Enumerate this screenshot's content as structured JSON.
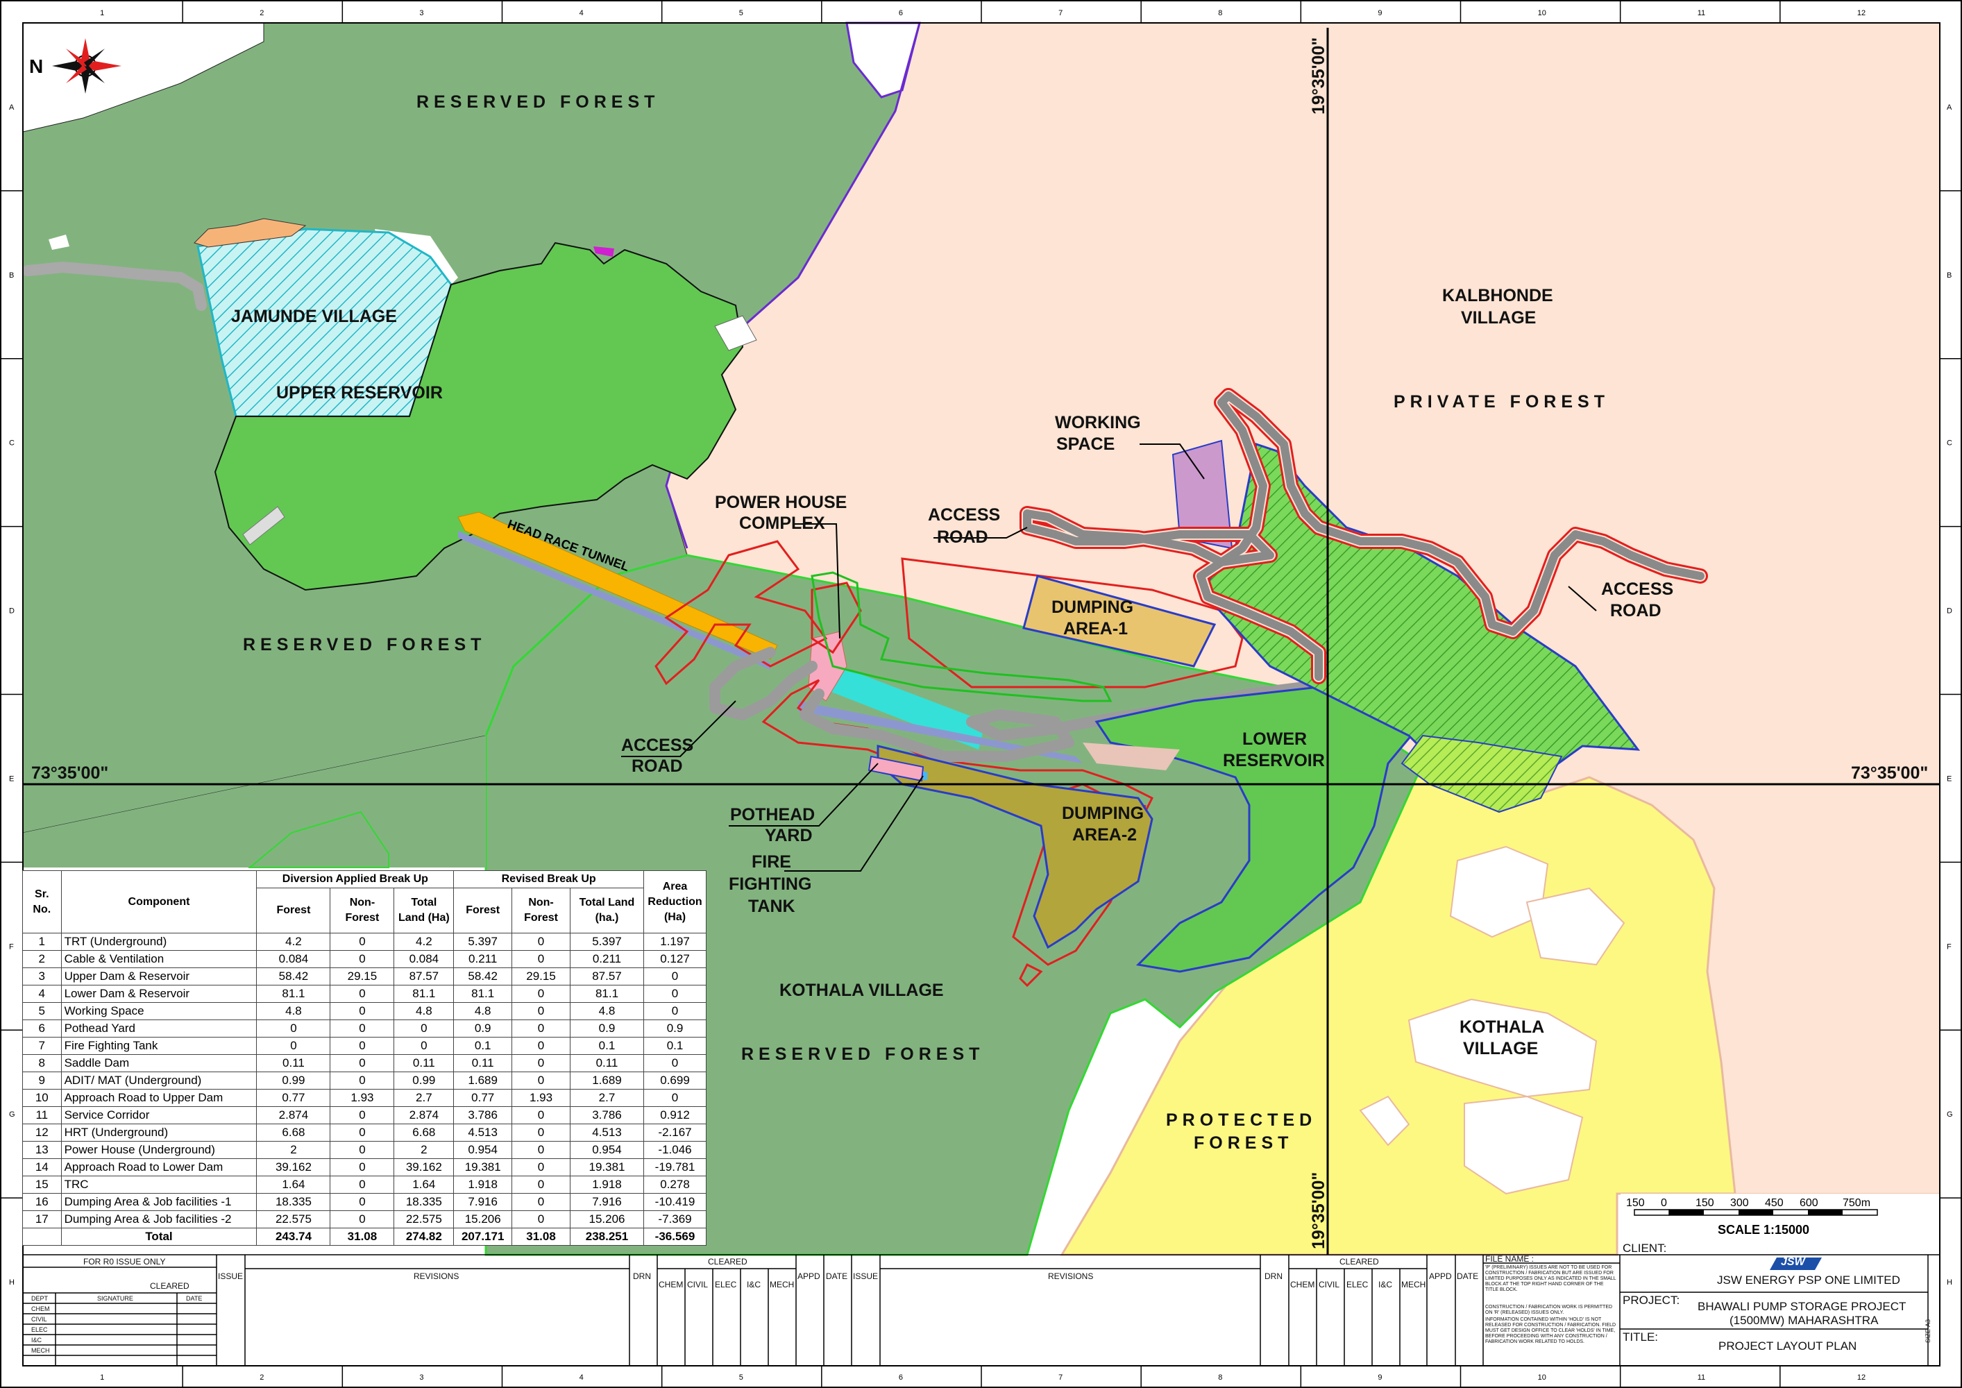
{
  "frame": {
    "cols": [
      "1",
      "2",
      "3",
      "4",
      "5",
      "6",
      "7",
      "8",
      "9",
      "10",
      "11",
      "12"
    ],
    "rows": [
      "A",
      "B",
      "C",
      "D",
      "E",
      "F",
      "G",
      "H"
    ]
  },
  "north": "N",
  "labels": {
    "reserved_forest_top": "RESERVED FOREST",
    "reserved_forest_left": "RESERVED FOREST",
    "reserved_forest_bottom": "RESERVED FOREST",
    "jamunde_village": "JAMUNDE VILLAGE",
    "upper_reservoir": "UPPER RESERVOIR",
    "head_race_tunnel": "HEAD RACE TUNNEL",
    "power_house_1": "POWER HOUSE",
    "power_house_2": "COMPLEX",
    "access_road_a1": "ACCESS",
    "access_road_a2": "ROAD",
    "access_road_b1": "ACCESS",
    "access_road_b2": "ROAD",
    "access_road_c1": "ACCESS",
    "access_road_c2": "ROAD",
    "working_space_1": "WORKING",
    "working_space_2": "SPACE",
    "dumping1_1": "DUMPING",
    "dumping1_2": "AREA-1",
    "dumping2_1": "DUMPING",
    "dumping2_2": "AREA-2",
    "lower_reservoir_1": "LOWER",
    "lower_reservoir_2": "RESERVOIR",
    "pothead_1": "POTHEAD",
    "pothead_2": "YARD",
    "fire_1": "FIRE",
    "fire_2": "FIGHTING",
    "fire_3": "TANK",
    "kothala_village_mid": "KOTHALA VILLAGE",
    "kothala_village_r1": "KOTHALA",
    "kothala_village_r2": "VILLAGE",
    "kalbhonde_1": "KALBHONDE",
    "kalbhonde_2": "VILLAGE",
    "private_forest": "PRIVATE FOREST",
    "protected_forest_1": "PROTECTED",
    "protected_forest_2": "FOREST",
    "lat_top": "19°35'00\"",
    "lat_bottom": "19°35'00\"",
    "lon_left": "73°35'00\"",
    "lon_right": "73°35'00\""
  },
  "scale": {
    "ticks": [
      "150",
      "0",
      "150",
      "300",
      "450",
      "600",
      "750m"
    ],
    "text": "SCALE  1:15000"
  },
  "table": {
    "h_srno": "Sr. No.",
    "h_component": "Component",
    "h_group1": "Diversion Applied Break Up",
    "h_group2": "Revised Break Up",
    "h_area_red": "Area Reduction (Ha)",
    "h_forest": "Forest",
    "h_nonforest": "Non-Forest",
    "h_total1": "Total Land (Ha)",
    "h_forest2": "Forest",
    "h_nonforest2": "Non-Forest",
    "h_total2": "Total Land (ha.)",
    "rows": [
      [
        "1",
        "TRT (Underground)",
        "4.2",
        "0",
        "4.2",
        "5.397",
        "0",
        "5.397",
        "1.197"
      ],
      [
        "2",
        "Cable & Ventilation",
        "0.084",
        "0",
        "0.084",
        "0.211",
        "0",
        "0.211",
        "0.127"
      ],
      [
        "3",
        "Upper Dam & Reservoir",
        "58.42",
        "29.15",
        "87.57",
        "58.42",
        "29.15",
        "87.57",
        "0"
      ],
      [
        "4",
        "Lower Dam & Reservoir",
        "81.1",
        "0",
        "81.1",
        "81.1",
        "0",
        "81.1",
        "0"
      ],
      [
        "5",
        "Working Space",
        "4.8",
        "0",
        "4.8",
        "4.8",
        "0",
        "4.8",
        "0"
      ],
      [
        "6",
        "Pothead Yard",
        "0",
        "0",
        "0",
        "0.9",
        "0",
        "0.9",
        "0.9"
      ],
      [
        "7",
        "Fire Fighting Tank",
        "0",
        "0",
        "0",
        "0.1",
        "0",
        "0.1",
        "0.1"
      ],
      [
        "8",
        "Saddle Dam",
        "0.11",
        "0",
        "0.11",
        "0.11",
        "0",
        "0.11",
        "0"
      ],
      [
        "9",
        "ADIT/ MAT (Underground)",
        "0.99",
        "0",
        "0.99",
        "1.689",
        "0",
        "1.689",
        "0.699"
      ],
      [
        "10",
        "Approach Road to Upper Dam",
        "0.77",
        "1.93",
        "2.7",
        "0.77",
        "1.93",
        "2.7",
        "0"
      ],
      [
        "11",
        "Service Corridor",
        "2.874",
        "0",
        "2.874",
        "3.786",
        "0",
        "3.786",
        "0.912"
      ],
      [
        "12",
        "HRT (Underground)",
        "6.68",
        "0",
        "6.68",
        "4.513",
        "0",
        "4.513",
        "-2.167"
      ],
      [
        "13",
        "Power House (Underground)",
        "2",
        "0",
        "2",
        "0.954",
        "0",
        "0.954",
        "-1.046"
      ],
      [
        "14",
        "Approach Road to Lower Dam",
        "39.162",
        "0",
        "39.162",
        "19.381",
        "0",
        "19.381",
        "-19.781"
      ],
      [
        "15",
        "TRC",
        "1.64",
        "0",
        "1.64",
        "1.918",
        "0",
        "1.918",
        "0.278"
      ],
      [
        "16",
        "Dumping Area & Job facilities -1",
        "18.335",
        "0",
        "18.335",
        "7.916",
        "0",
        "7.916",
        "-10.419"
      ],
      [
        "17",
        "Dumping Area & Job facilities -2",
        "22.575",
        "0",
        "22.575",
        "15.206",
        "0",
        "15.206",
        "-7.369"
      ]
    ],
    "total": [
      "",
      "Total",
      "243.74",
      "31.08",
      "274.82",
      "207.171",
      "31.08",
      "238.251",
      "-36.569"
    ]
  },
  "titleblock": {
    "for_r0": "FOR R0 ISSUE ONLY",
    "cleared": "CLEARED",
    "dept": "DEPT",
    "signature": "SIGNATURE",
    "date": "DATE",
    "depts": [
      "CHEM",
      "CIVIL",
      "ELEC",
      "I&C",
      "MECH"
    ],
    "issue": "ISSUE",
    "revisions": "REVISIONS",
    "drn": "DRN",
    "appd": "APPD",
    "file_name": "FILE NAME :",
    "note1": "'P' (PRELIMINARY) ISSUES ARE NOT TO BE USED FOR CONSTRUCTION / FABRICATION BUT ARE ISSUED FOR LIMITED PURPOSES ONLY AS INDICATED IN THE SMALL BLOCK AT THE TOP RIGHT HAND CORNER OF THE TITLE BLOCK.",
    "note2": "CONSTRUCTION / FABRICATION WORK IS PERMITTED ON 'R' (RELEASED) ISSUES ONLY.",
    "note3": "INFORMATION CONTAINED WITHIN 'HOLD' IS NOT RELEASED FOR CONSTRUCTION / FABRICATION. FIELD MUST GET DESIGN OFFICE TO CLEAR 'HOLDS' IN TIME, BEFORE PROCEEDING WITH ANY CONSTRUCTION / FABRICATION WORK RELATED TO HOLDS.",
    "client_label": "CLIENT:",
    "logo": "JSW",
    "client": "JSW ENERGY PSP ONE LIMITED",
    "project_label": "PROJECT:",
    "project_1": "BHAWALI PUMP STORAGE PROJECT",
    "project_2": "(1500MW) MAHARASHTRA",
    "title_label": "TITLE:",
    "title": "PROJECT LAYOUT PLAN",
    "size": "SIZE-A3"
  }
}
